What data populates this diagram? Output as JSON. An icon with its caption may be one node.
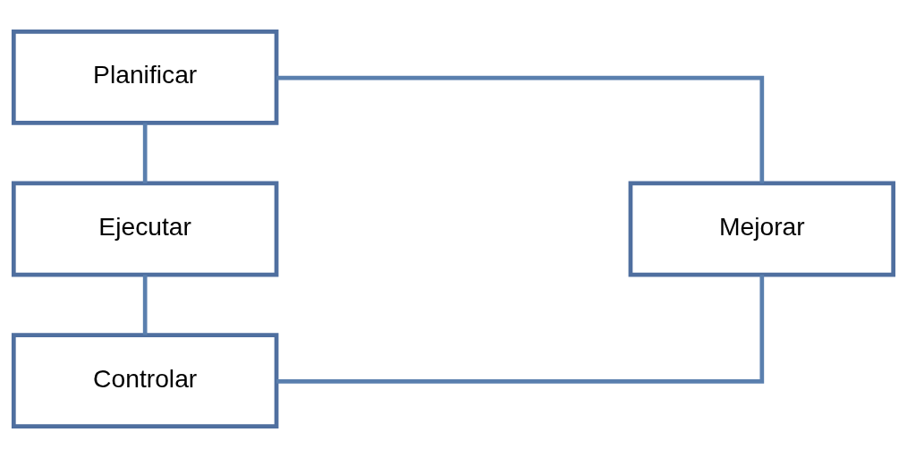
{
  "diagram": {
    "nodes": [
      {
        "text": [
          "Planificar"
        ]
      },
      {
        "text": [
          "Mejorar"
        ]
      },
      {
        "text": [
          "Ejecutar"
        ]
      },
      {
        "text": [
          "Controlar"
        ]
      }
    ],
    "edges": [
      {
        "from": 0,
        "to": 2,
        "arrow": "none"
      },
      {
        "from": 2,
        "to": 3,
        "arrow": "none"
      },
      {
        "from": 3,
        "to": 1,
        "arrow": "none"
      },
      {
        "from": 1,
        "to": 0,
        "arrow": "none"
      }
    ]
  }
}
